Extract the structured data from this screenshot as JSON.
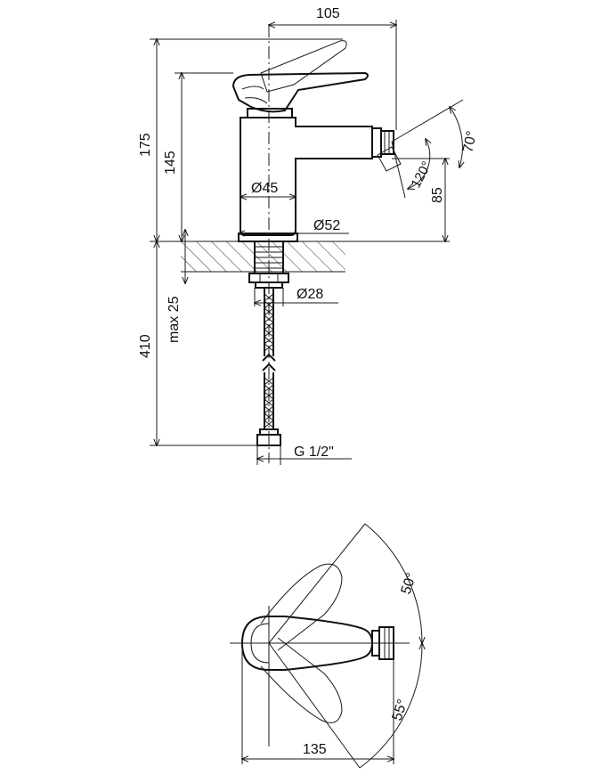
{
  "labels": {
    "width_top": "105",
    "height_total": "175",
    "height_spout": "145",
    "dia_body": "Ø45",
    "dia_base": "Ø52",
    "dia_shank": "Ø28",
    "max_thickness": "max 25",
    "hose_length": "410",
    "thread": "G 1/2\"",
    "angle_70": "70°",
    "angle_120": "120°",
    "spout_height": "85",
    "angle_50": "50°",
    "angle_55": "55°",
    "width_bottom": "135"
  }
}
